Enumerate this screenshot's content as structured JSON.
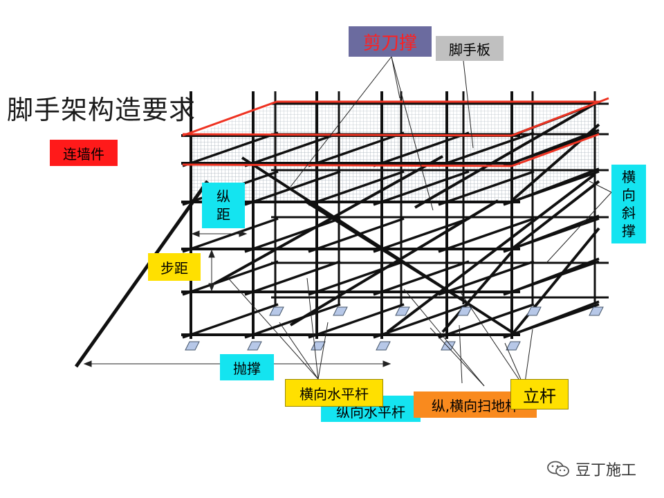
{
  "title": "脚手架构造要求",
  "labels": {
    "scissor_brace": "剪刀撑",
    "scaffold_board": "脚手板",
    "wall_tie": "连墙件",
    "longitudinal_spacing": [
      "纵",
      "距"
    ],
    "transverse_diagonal": [
      "横",
      "向",
      "斜",
      "撑"
    ],
    "step_distance": "步距",
    "outrigger_brace": "抛撑",
    "transverse_horizontal_bar": "横向水平杆",
    "longitudinal_horizontal_bar": "纵向水平杆",
    "sweeping_bar": "纵,横向扫地杆",
    "upright": "立杆"
  },
  "colors": {
    "scissor_brace_bg": "#6b6b9f",
    "scissor_brace_text": "#ff2020",
    "scaffold_board_bg": "#c0c0c0",
    "wall_tie_bg": "#ff1a1a",
    "cyan_bg": "#14e4f0",
    "yellow_bg": "#ffe000",
    "orange_bg": "#f98a1e",
    "tube": "#101010",
    "red_edge": "#ee3322",
    "mesh": "#8fa0ad",
    "base_plate": "#b7c8e8"
  },
  "watermark": "豆丁施工",
  "watermark_icon": "wechat-icon"
}
